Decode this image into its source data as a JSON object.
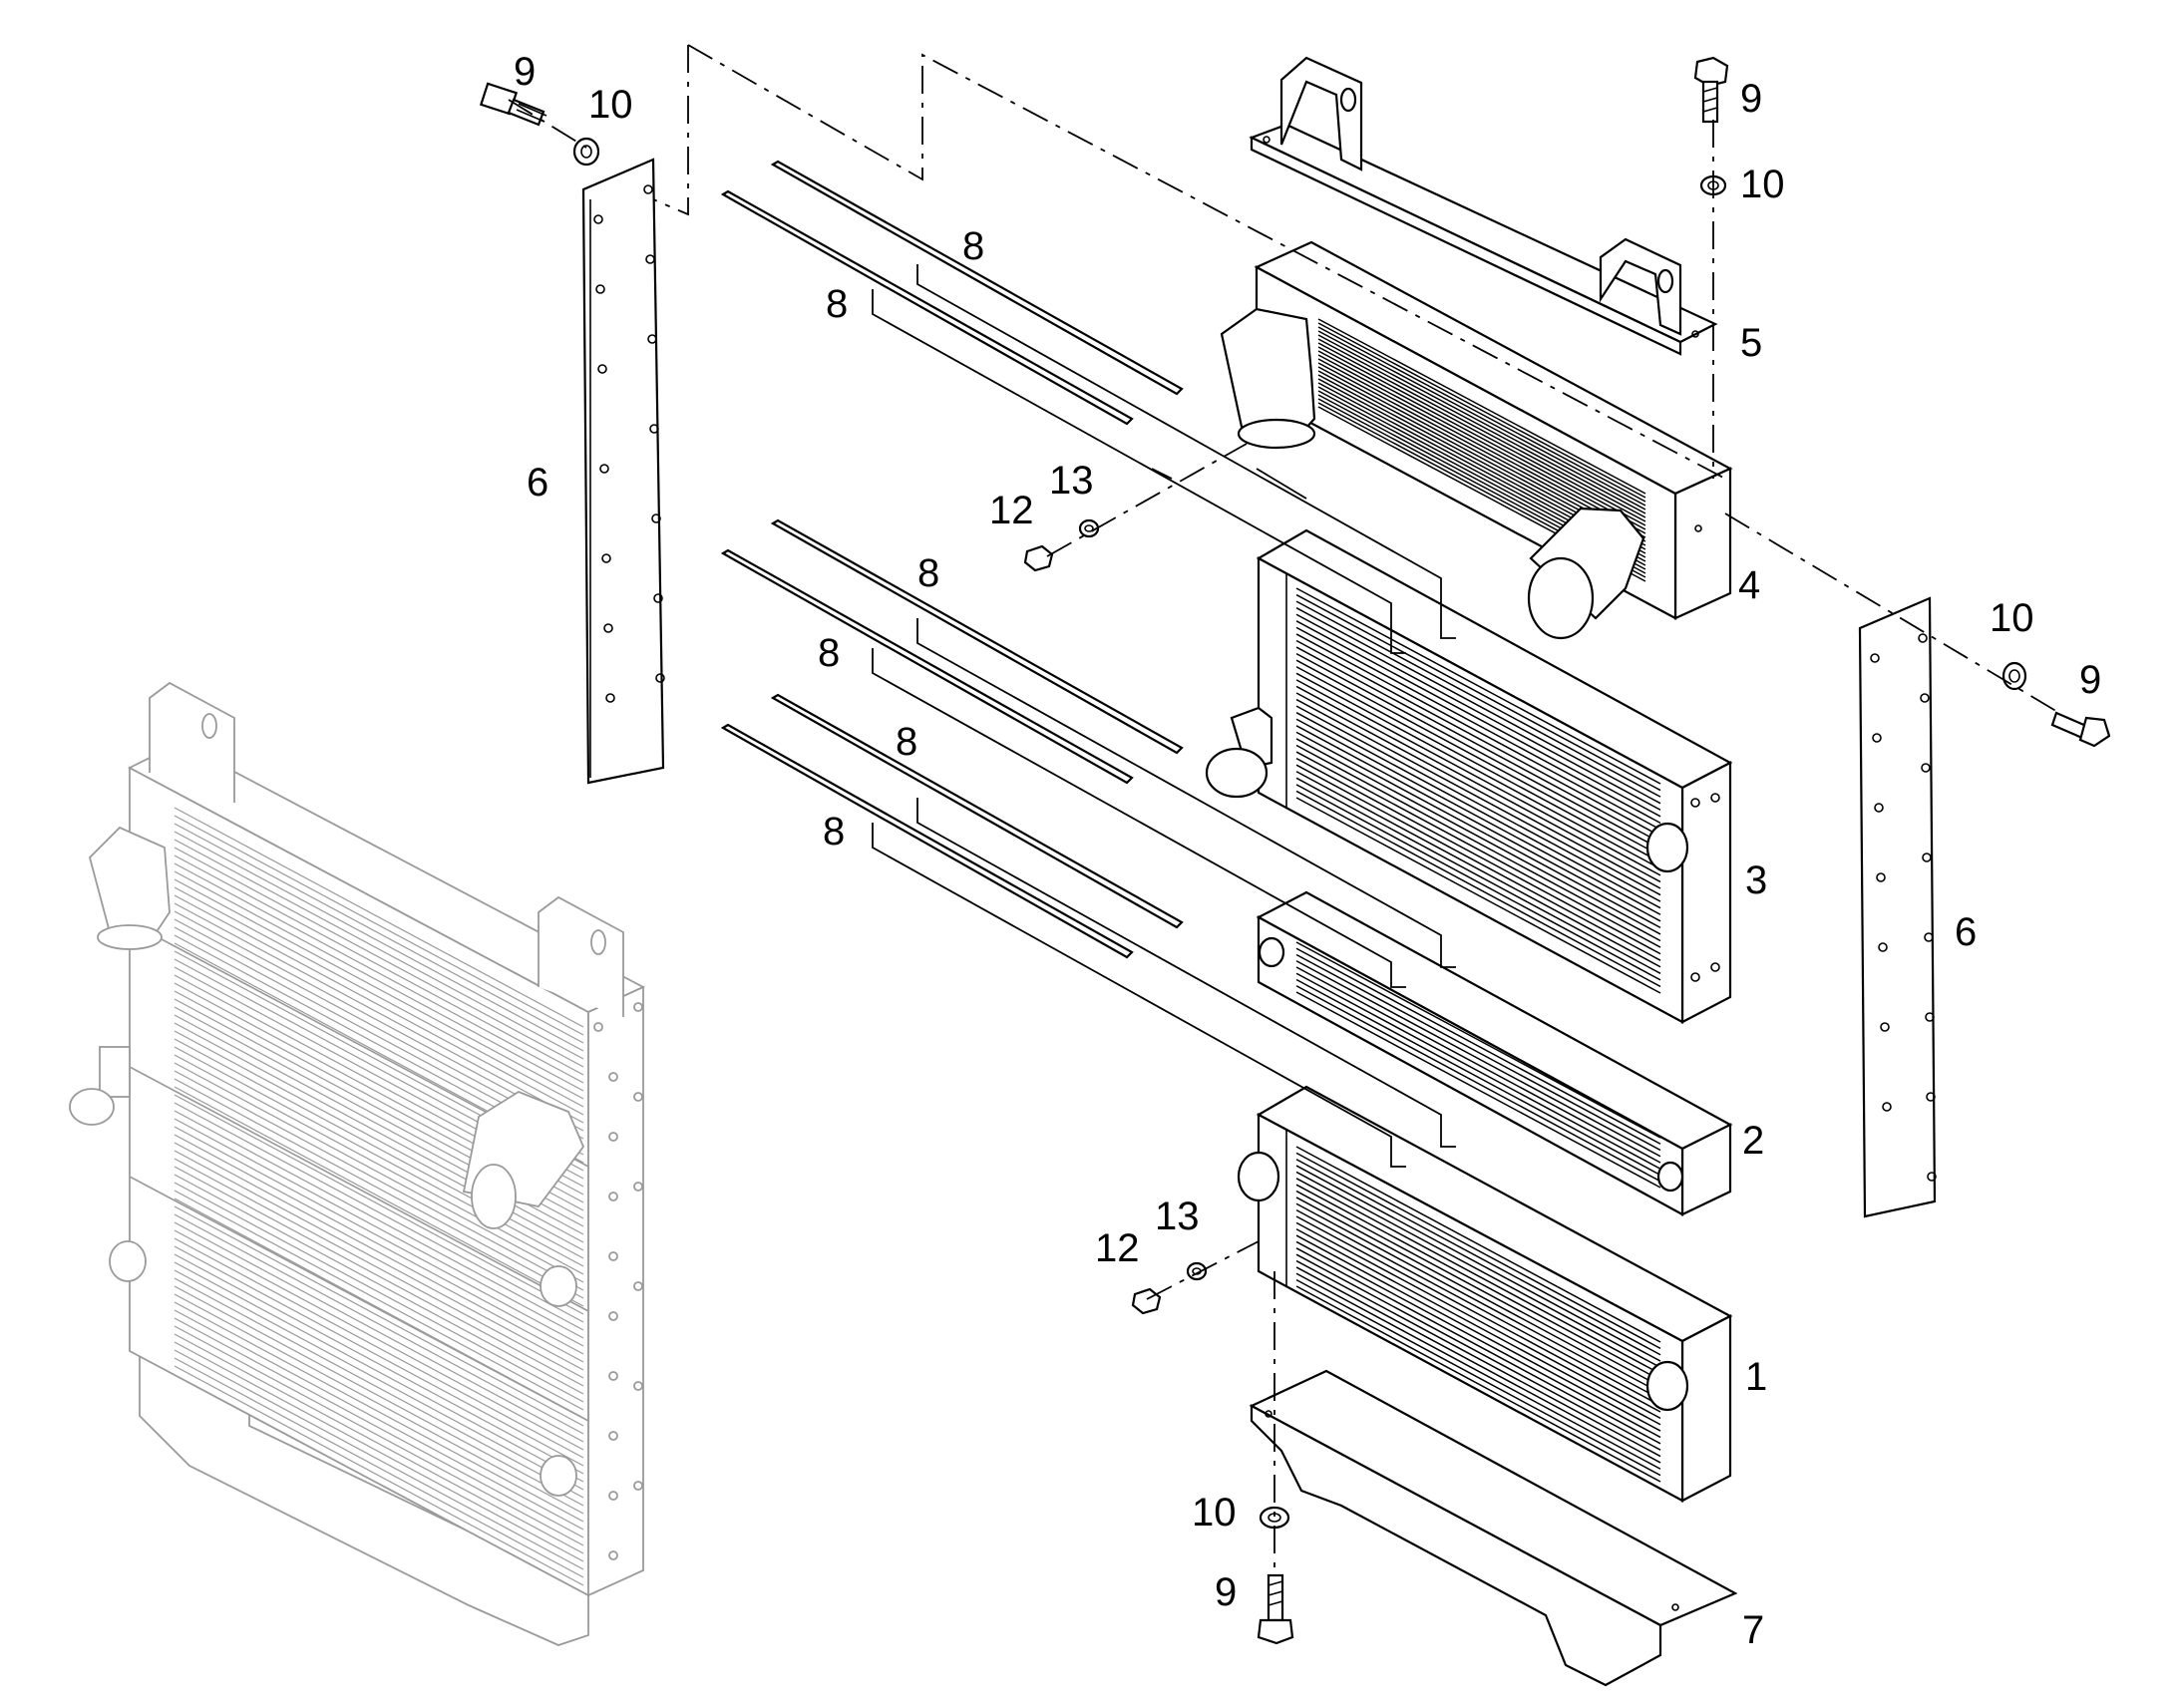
{
  "callouts": {
    "c1": "1",
    "c2": "2",
    "c3": "3",
    "c4": "4",
    "c5": "5",
    "c6_left": "6",
    "c6_right": "6",
    "c7": "7",
    "c8_a": "8",
    "c8_b": "8",
    "c8_c": "8",
    "c8_d": "8",
    "c8_e": "8",
    "c8_f": "8",
    "c9_top_left": "9",
    "c9_top_right": "9",
    "c9_right": "9",
    "c9_bottom": "9",
    "c10_top_left": "10",
    "c10_top_right": "10",
    "c10_right": "10",
    "c10_bottom": "10",
    "c12_upper": "12",
    "c12_lower": "12",
    "c13_upper": "13",
    "c13_lower": "13"
  }
}
